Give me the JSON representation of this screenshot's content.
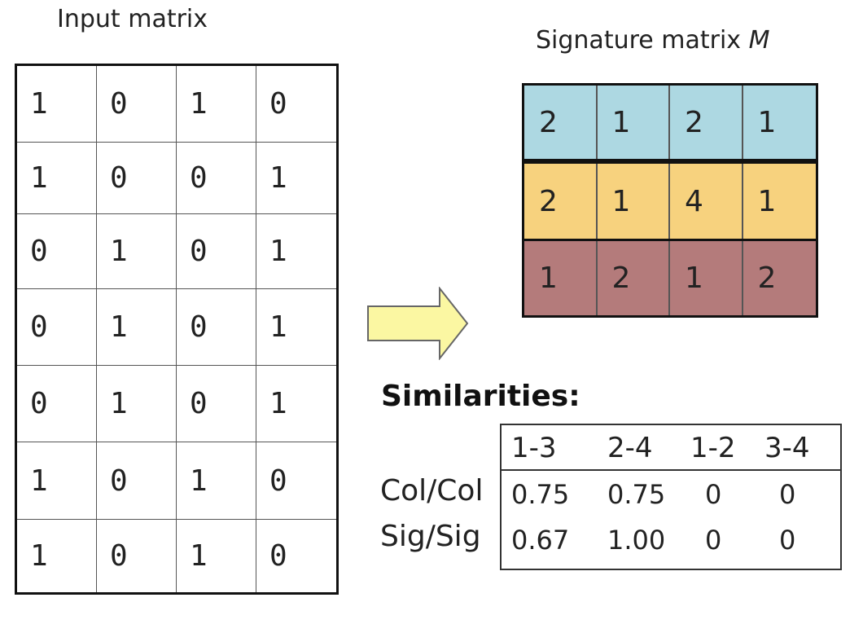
{
  "input_matrix": {
    "title": "Input matrix",
    "rows": [
      [
        "1",
        "0",
        "1",
        "0"
      ],
      [
        "1",
        "0",
        "0",
        "1"
      ],
      [
        "0",
        "1",
        "0",
        "1"
      ],
      [
        "0",
        "1",
        "0",
        "1"
      ],
      [
        "0",
        "1",
        "0",
        "1"
      ],
      [
        "1",
        "0",
        "1",
        "0"
      ],
      [
        "1",
        "0",
        "1",
        "0"
      ]
    ]
  },
  "signature_matrix": {
    "title": "Signature matrix ",
    "title_symbol": "M",
    "rows": [
      {
        "color": "#add8e2",
        "values": [
          "2",
          "1",
          "2",
          "1"
        ]
      },
      {
        "color": "#f7d27e",
        "values": [
          "2",
          "1",
          "4",
          "1"
        ]
      },
      {
        "color": "#b47b7b",
        "values": [
          "1",
          "2",
          "1",
          "2"
        ]
      }
    ]
  },
  "arrow": {
    "fill": "#fbf7a2",
    "stroke": "#666666"
  },
  "similarities": {
    "heading": "Similarities:",
    "columns": [
      "1-3",
      "2-4",
      "1-2",
      "3-4"
    ],
    "rows": [
      {
        "label": "Col/Col",
        "values": [
          "0.75",
          "0.75",
          "0",
          "0"
        ]
      },
      {
        "label": "Sig/Sig",
        "values": [
          "0.67",
          "1.00",
          "0",
          "0"
        ]
      }
    ]
  }
}
